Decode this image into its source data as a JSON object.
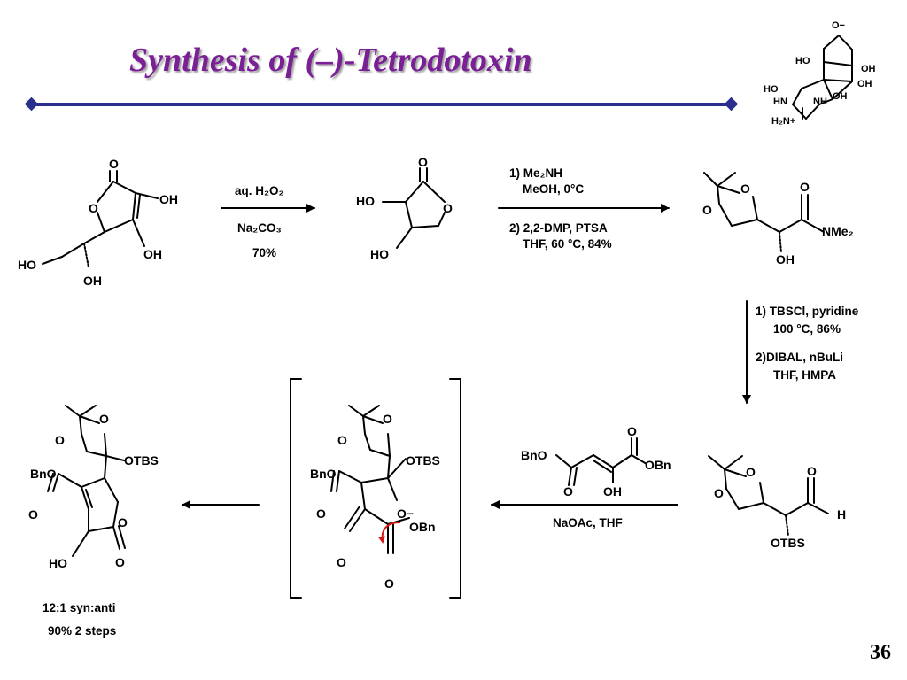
{
  "slide": {
    "title": "Synthesis of (–)-Tetrodotoxin",
    "page_number": "36",
    "accent_color": "#7a1f96",
    "rule_color": "#2a2f8f"
  },
  "target": {
    "atoms": {
      "o_minus": "O−",
      "ho": "HO",
      "oh1": "OH",
      "oh2": "OH",
      "ho2": "HO",
      "hn": "HN",
      "nh": "NH",
      "oh3": "OH",
      "h2n": "H₂N+"
    }
  },
  "step1": {
    "line1": "aq. H₂O₂",
    "line2": "Na₂CO₃",
    "line3": "70%"
  },
  "step2": {
    "line1": "1) Me₂NH",
    "line2": "MeOH, 0°C",
    "line3": "2) 2,2-DMP,  PTSA",
    "line4": "THF, 60 °C, 84%"
  },
  "step3": {
    "line1": "1) TBSCl, pyridine",
    "line2": "100 °C, 86%",
    "line3": "2)DIBAL, nBuLi",
    "line4": "THF, HMPA"
  },
  "step4": {
    "line1": "NaOAc, THF",
    "reagent_bno": "BnO",
    "reagent_obn": "OBn",
    "reagent_o1": "O",
    "reagent_o2": "O",
    "reagent_oh": "OH"
  },
  "ascorbic": {
    "o_ring": "O",
    "o_carbonyl": "O",
    "oh_a": "OH",
    "oh_b": "OH",
    "ho": "HO",
    "oh_c": "OH"
  },
  "lactone": {
    "o_carbonyl": "O",
    "ho_a": "HO",
    "o_ring": "O",
    "ho_b": "HO"
  },
  "amide": {
    "o1": "O",
    "o2": "O",
    "o_carbonyl": "O",
    "nme2": "NMe₂",
    "oh": "OH"
  },
  "aldehyde": {
    "o1": "O",
    "o2": "O",
    "o_carbonyl": "O",
    "h": "H",
    "otbs": "OTBS"
  },
  "intermediate": {
    "o1": "O",
    "o2": "O",
    "otbs": "OTBS",
    "bno": "BnO",
    "o_minus": "O−",
    "o_ester": "O",
    "obn": "OBn",
    "o_ketone": "O",
    "o_c": "O"
  },
  "product": {
    "o1": "O",
    "o2": "O",
    "otbs": "OTBS",
    "bno": "BnO",
    "o_ester": "O",
    "o_ring": "O",
    "ho": "HO",
    "o_carbonyl": "O",
    "ratio": "12:1 syn:anti",
    "yield": "90% 2 steps"
  }
}
